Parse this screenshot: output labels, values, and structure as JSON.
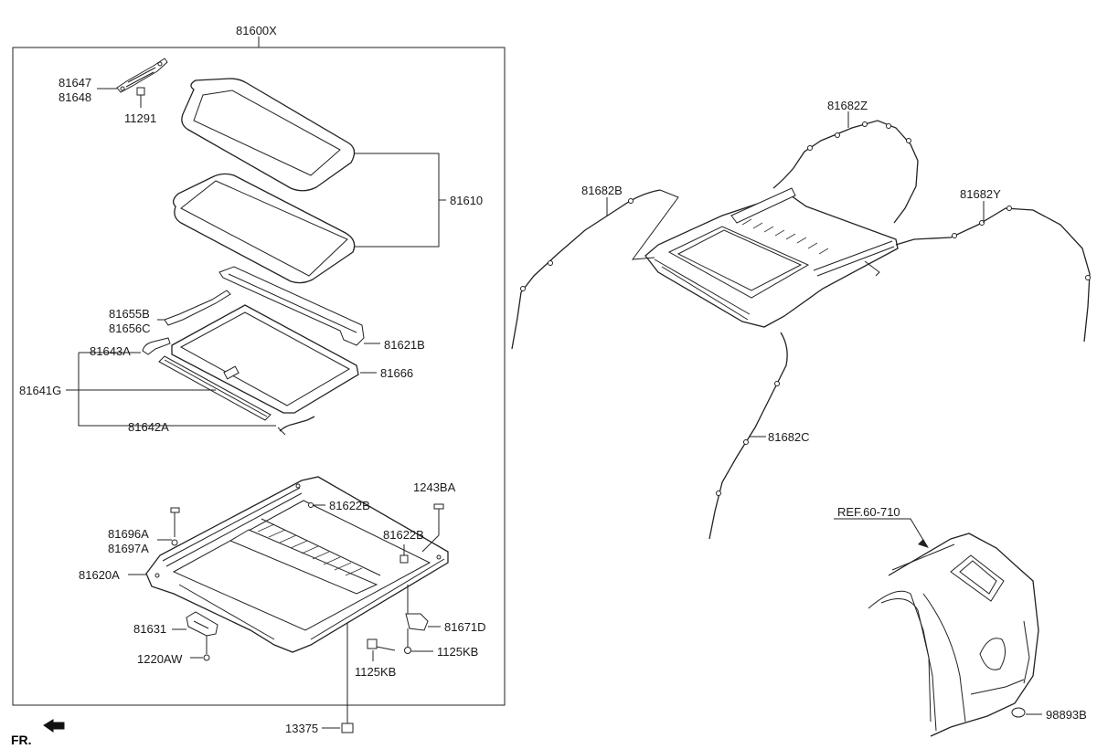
{
  "assembly_label": "81600X",
  "callouts": {
    "c81647": "81647",
    "c81648": "81648",
    "c11291": "11291",
    "c81610": "81610",
    "c81655B": "81655B",
    "c81656C": "81656C",
    "c81621B": "81621B",
    "c81643A": "81643A",
    "c81666": "81666",
    "c81641G": "81641G",
    "c81642A": "81642A",
    "c81622B_1": "81622B",
    "c1243BA": "1243BA",
    "c81622B_2": "81622B",
    "c81696A": "81696A",
    "c81697A": "81697A",
    "c81620A": "81620A",
    "c81631": "81631",
    "c1220AW": "1220AW",
    "c81671D": "81671D",
    "c1125KB_1": "1125KB",
    "c1125KB_2": "1125KB",
    "c13375": "13375",
    "c81682Z": "81682Z",
    "c81682B": "81682B",
    "c81682Y": "81682Y",
    "c81682C": "81682C",
    "ref": "REF.60-710",
    "c98893B": "98893B"
  },
  "direction": {
    "label": "FR.",
    "icon": "front-direction-arrow-icon"
  }
}
